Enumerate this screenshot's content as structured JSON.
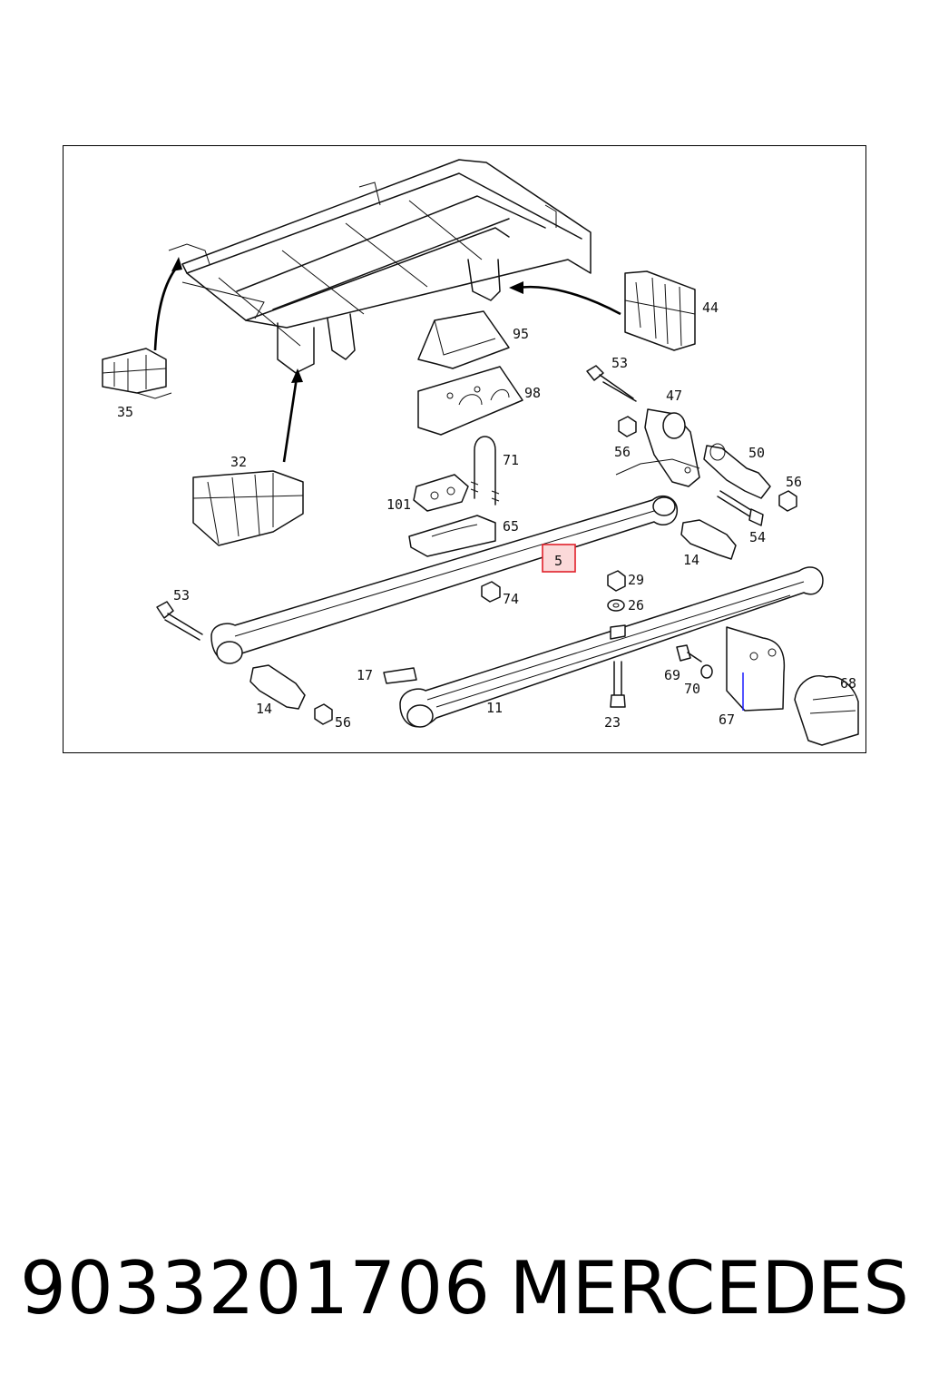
{
  "diagram": {
    "highlight_color": "#e0202a",
    "callouts": [
      {
        "id": "c35",
        "label": "35"
      },
      {
        "id": "c32",
        "label": "32"
      },
      {
        "id": "c44",
        "label": "44"
      },
      {
        "id": "c95",
        "label": "95"
      },
      {
        "id": "c98",
        "label": "98"
      },
      {
        "id": "c53a",
        "label": "53"
      },
      {
        "id": "c47",
        "label": "47"
      },
      {
        "id": "c56a",
        "label": "56"
      },
      {
        "id": "c50",
        "label": "50"
      },
      {
        "id": "c56b",
        "label": "56"
      },
      {
        "id": "c71",
        "label": "71"
      },
      {
        "id": "c101",
        "label": "101"
      },
      {
        "id": "c65",
        "label": "65"
      },
      {
        "id": "c54",
        "label": "54"
      },
      {
        "id": "c5",
        "label": "5",
        "highlighted": true
      },
      {
        "id": "c14a",
        "label": "14"
      },
      {
        "id": "c53b",
        "label": "53"
      },
      {
        "id": "c29",
        "label": "29"
      },
      {
        "id": "c74",
        "label": "74"
      },
      {
        "id": "c26",
        "label": "26"
      },
      {
        "id": "c17",
        "label": "17"
      },
      {
        "id": "c69",
        "label": "69"
      },
      {
        "id": "c70",
        "label": "70"
      },
      {
        "id": "c68",
        "label": "68"
      },
      {
        "id": "c14b",
        "label": "14"
      },
      {
        "id": "c56c",
        "label": "56"
      },
      {
        "id": "c11",
        "label": "11"
      },
      {
        "id": "c23",
        "label": "23"
      },
      {
        "id": "c67",
        "label": "67"
      }
    ]
  },
  "footer": {
    "part_number": "9033201706",
    "brand": "MERCEDES"
  }
}
